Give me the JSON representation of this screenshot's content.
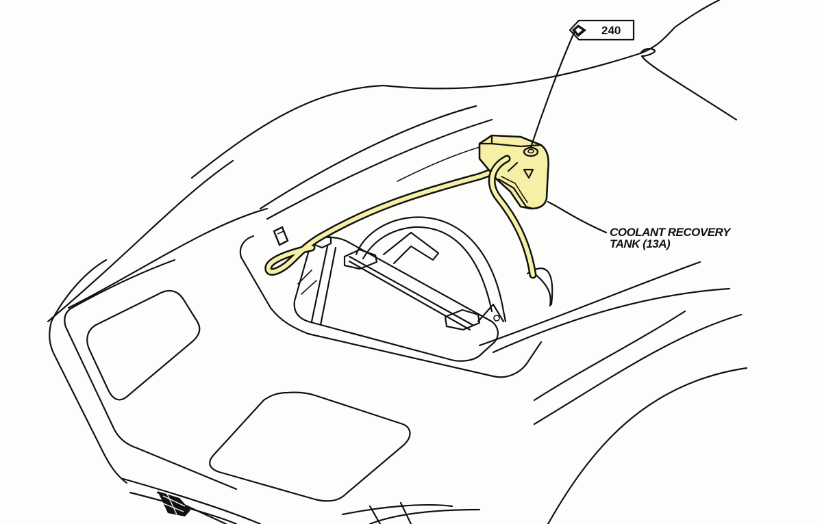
{
  "figure": {
    "subject": "Front end of vehicle with hood open showing coolant recovery tank routing",
    "highlight_color": "#f6f0a6",
    "line_color": "#111111",
    "background_color": "#fdfdfb"
  },
  "reference_tag": {
    "icon": "diamond-reference-icon",
    "number": "240"
  },
  "callouts": [
    {
      "id": "coolant-recovery-tank",
      "line1": "COOLANT RECOVERY",
      "line2": "TANK (13A)"
    }
  ],
  "components": [
    "coolant-recovery-tank",
    "overflow-hose",
    "tank-drain-hose",
    "hose-clip",
    "air-cleaner-housing",
    "radiator-shroud",
    "hood-opening",
    "headlamp-door-left",
    "headlamp-door-right",
    "grille"
  ]
}
